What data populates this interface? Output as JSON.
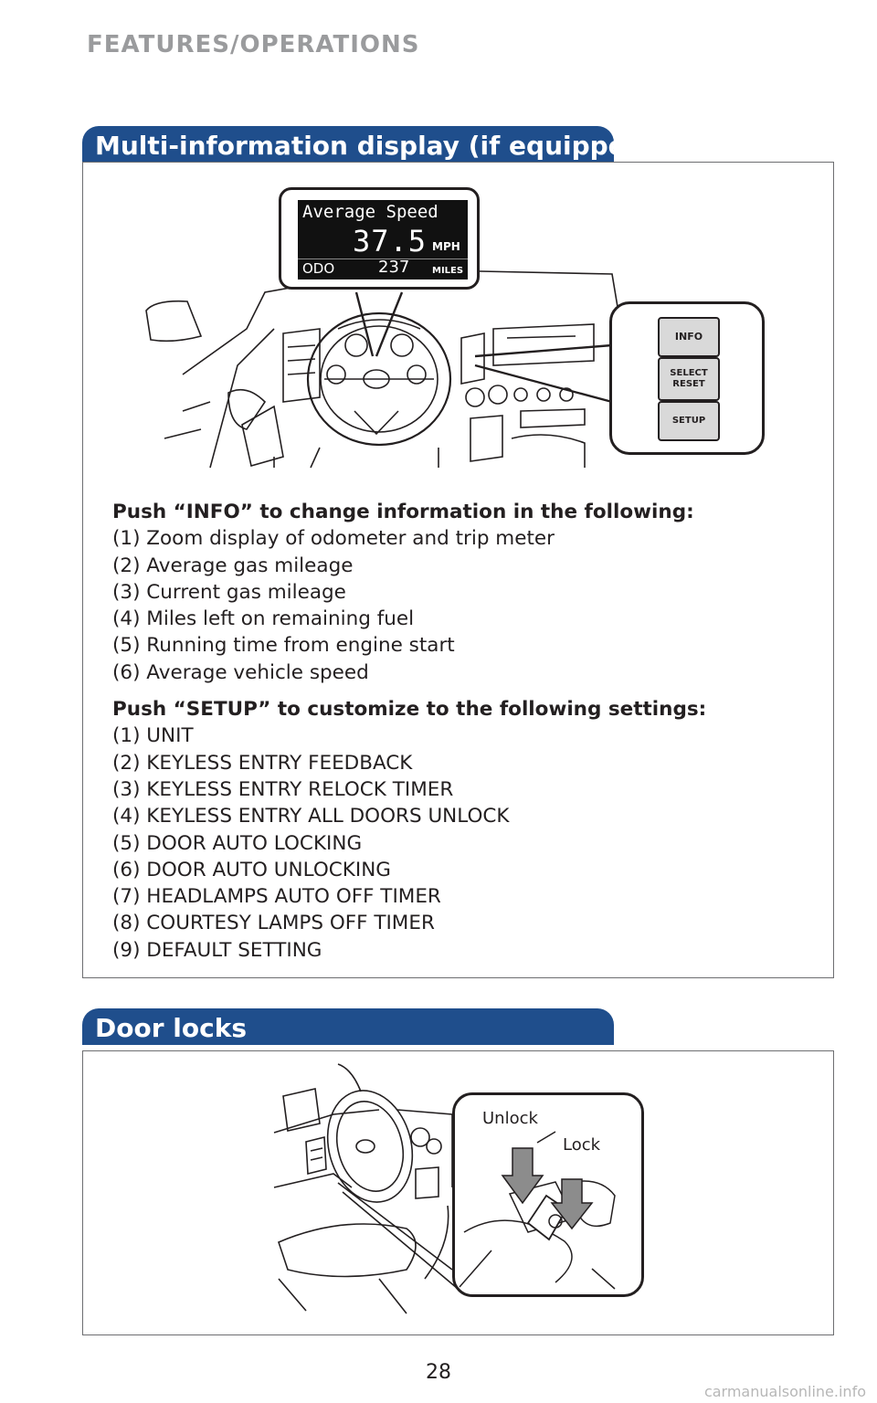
{
  "header": {
    "section": "FEATURES/OPERATIONS"
  },
  "mid": {
    "title": "Multi-information display (if equipped)",
    "display": {
      "mode": "Average Speed",
      "value": "37.5",
      "unit": "MPH",
      "odo_label": "ODO",
      "odo_value": "237",
      "odo_unit": "MILES"
    },
    "buttons": {
      "info": "INFO",
      "select": "SELECT",
      "reset": "RESET",
      "setup": "SETUP"
    },
    "info_heading": "Push “INFO” to change information in the following:",
    "info_items": [
      "(1) Zoom display of odometer and trip meter",
      "(2) Average gas mileage",
      "(3) Current gas mileage",
      "(4) Miles left on remaining fuel",
      "(5) Running time from engine start",
      "(6) Average vehicle speed"
    ],
    "setup_heading": "Push “SETUP” to customize to the following settings:",
    "setup_items": [
      "(1) UNIT",
      "(2) KEYLESS ENTRY FEEDBACK",
      "(3) KEYLESS ENTRY RELOCK TIMER",
      "(4) KEYLESS ENTRY ALL DOORS UNLOCK",
      "(5) DOOR AUTO LOCKING",
      "(6) DOOR AUTO UNLOCKING",
      "(7) HEADLAMPS AUTO OFF TIMER",
      "(8) COURTESY LAMPS OFF TIMER",
      "(9) DEFAULT SETTING"
    ]
  },
  "door": {
    "title": "Door locks",
    "unlock_label": "Unlock",
    "lock_label": "Lock"
  },
  "footer": {
    "page_number": "28",
    "watermark": "carmanualsonline.info"
  },
  "colors": {
    "tab_blue": "#1f4e8c",
    "header_gray": "#9a9b9d",
    "border": "#6d6e71"
  }
}
